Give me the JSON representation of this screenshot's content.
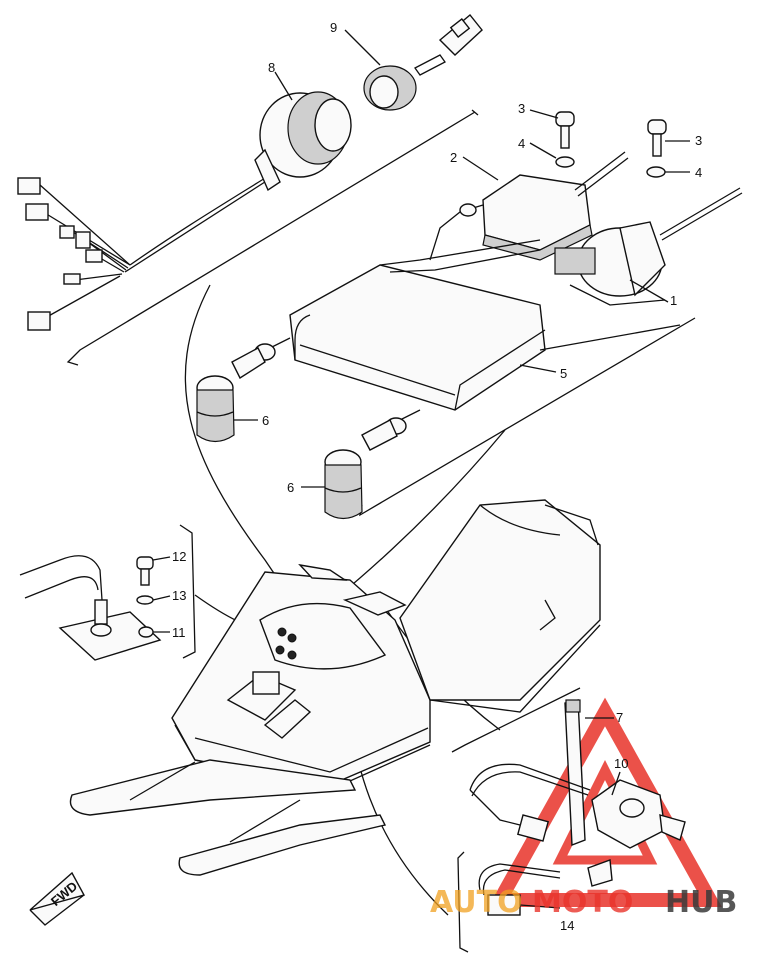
{
  "part_labels": {
    "p1": "1",
    "p2": "2",
    "p3a": "3",
    "p3b": "3",
    "p4a": "4",
    "p4b": "4",
    "p5": "5",
    "p6a": "6",
    "p6b": "6",
    "p7": "7",
    "p8": "8",
    "p9": "9",
    "p10": "10",
    "p11": "11",
    "p12": "12",
    "p13": "13",
    "p14": "14"
  },
  "direction_tag": "FWD",
  "watermark": {
    "part1": "AUTO",
    "part2": "MOTO",
    "part3": "HUB"
  },
  "colors": {
    "watermark_orange": "#f0a020",
    "watermark_red": "#e8332a",
    "watermark_gray": "#3a3a3a"
  }
}
